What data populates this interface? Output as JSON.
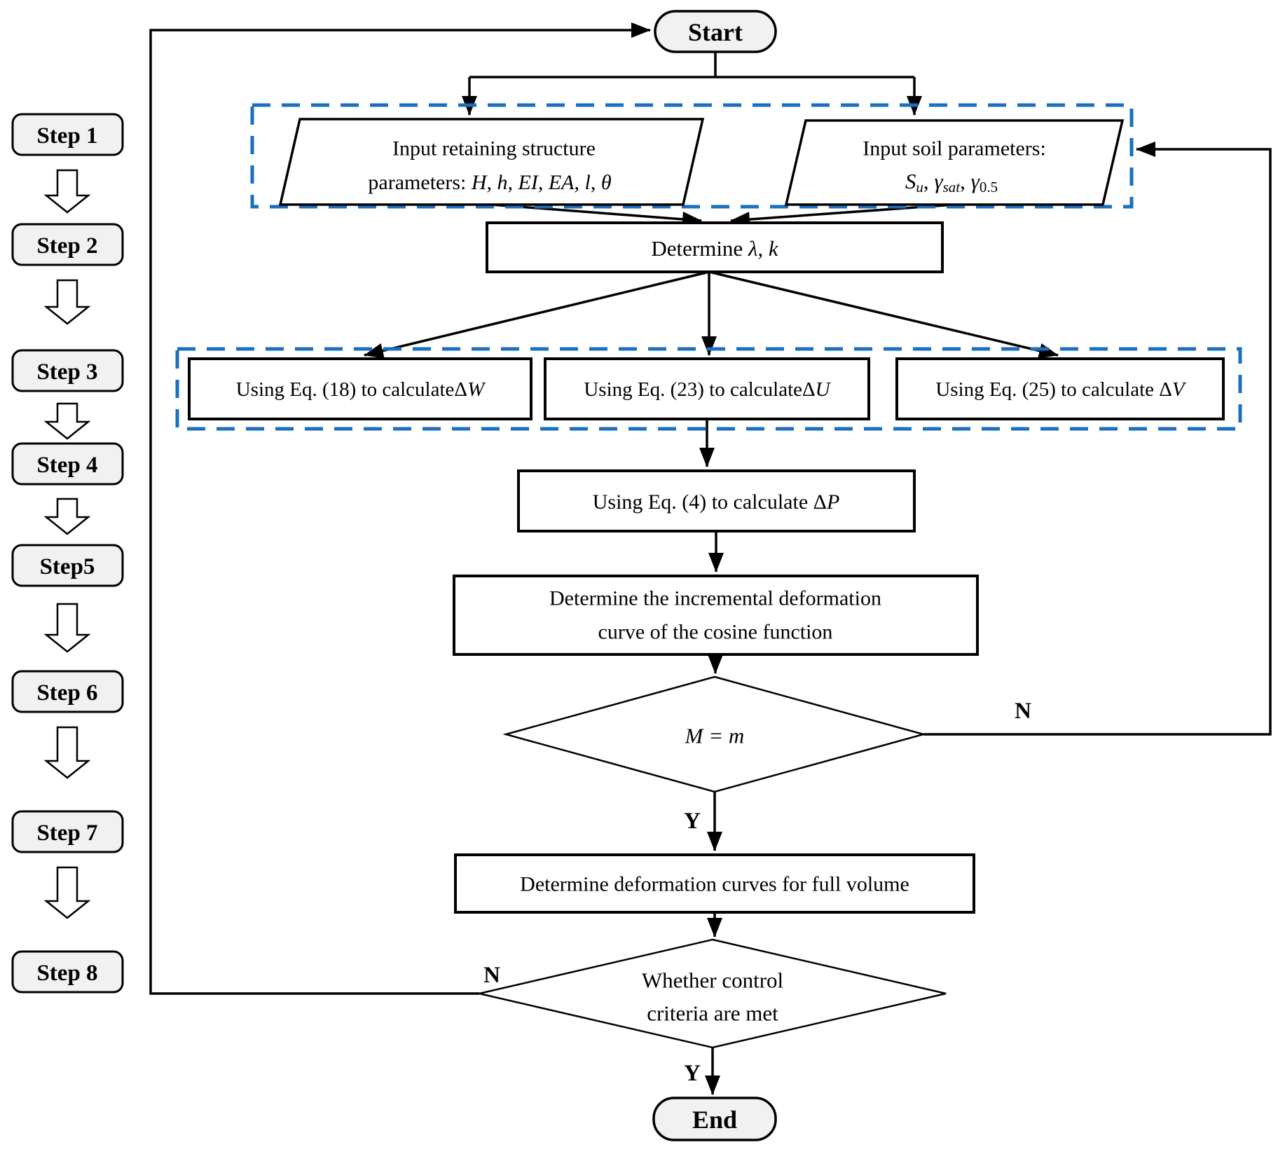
{
  "colors": {
    "dashed_border": "#1b6fc0",
    "node_fill": "#f1f1f1",
    "flow_line": "#000000"
  },
  "sidebar_steps": {
    "items": [
      "Step 1",
      "Step 2",
      "Step 3",
      "Step 4",
      "Step5",
      "Step 6",
      "Step 7",
      "Step 8"
    ]
  },
  "flow": {
    "start_label": "Start",
    "end_label": "End",
    "input_structure": {
      "line1": "Input retaining structure",
      "line2_prefix": "parameters: ",
      "line2_vars": "H, h, EI, EA, l",
      "line2_sep": ", ",
      "line2_theta": "θ"
    },
    "input_soil": {
      "line1": "Input soil parameters:",
      "s": "S",
      "s_sub": "u",
      "sep1": ", ",
      "gamma1": "γ",
      "gamma1_sub": "sat",
      "sep2": ", ",
      "gamma2": "γ",
      "gamma2_sub": "0.5"
    },
    "determine_lk": {
      "prefix": "Determine   ",
      "vars": "λ, k"
    },
    "calc_w": {
      "prefix": "Using  Eq. (18) to calculate",
      "delta": "Δ",
      "var": "W"
    },
    "calc_u": {
      "prefix": "Using  Eq. (23) to calculate",
      "delta": "Δ",
      "var": "U"
    },
    "calc_v": {
      "prefix": "Using  Eq. (25) to calculate ",
      "delta": "Δ",
      "var": "V"
    },
    "calc_p": {
      "prefix": "Using  Eq. (4) to calculate  ",
      "delta": "Δ",
      "var": "P"
    },
    "incremental": {
      "line1": "Determine  the incremental  deformation",
      "line2": "curve of the cosine  function"
    },
    "decision_m": {
      "label": "M = m",
      "yes_label": "Y",
      "no_label": "N"
    },
    "full_volume": {
      "label": "Determine  deformation  curves  for  full  volume"
    },
    "decision_control": {
      "line1": "Whether control",
      "line2": "criteria are met",
      "yes_label": "Y",
      "no_label": "N"
    }
  }
}
